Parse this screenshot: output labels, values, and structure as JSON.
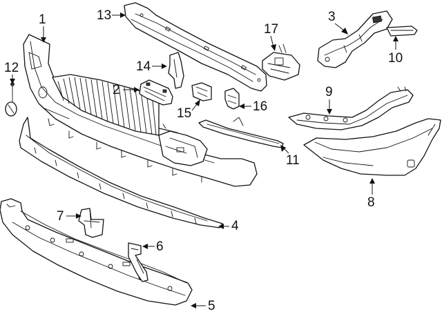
{
  "diagram": {
    "callouts": [
      {
        "id": "c1",
        "label": "1"
      },
      {
        "id": "c2",
        "label": "2"
      },
      {
        "id": "c3",
        "label": "3"
      },
      {
        "id": "c4",
        "label": "4"
      },
      {
        "id": "c5",
        "label": "5"
      },
      {
        "id": "c6",
        "label": "6"
      },
      {
        "id": "c7",
        "label": "7"
      },
      {
        "id": "c8",
        "label": "8"
      },
      {
        "id": "c9",
        "label": "9"
      },
      {
        "id": "c10",
        "label": "10"
      },
      {
        "id": "c11",
        "label": "11"
      },
      {
        "id": "c12",
        "label": "12"
      },
      {
        "id": "c13",
        "label": "13"
      },
      {
        "id": "c14",
        "label": "14"
      },
      {
        "id": "c15",
        "label": "15"
      },
      {
        "id": "c16",
        "label": "16"
      },
      {
        "id": "c17",
        "label": "17"
      }
    ],
    "colors": {
      "line": "#111111",
      "background": "#ffffff"
    }
  }
}
